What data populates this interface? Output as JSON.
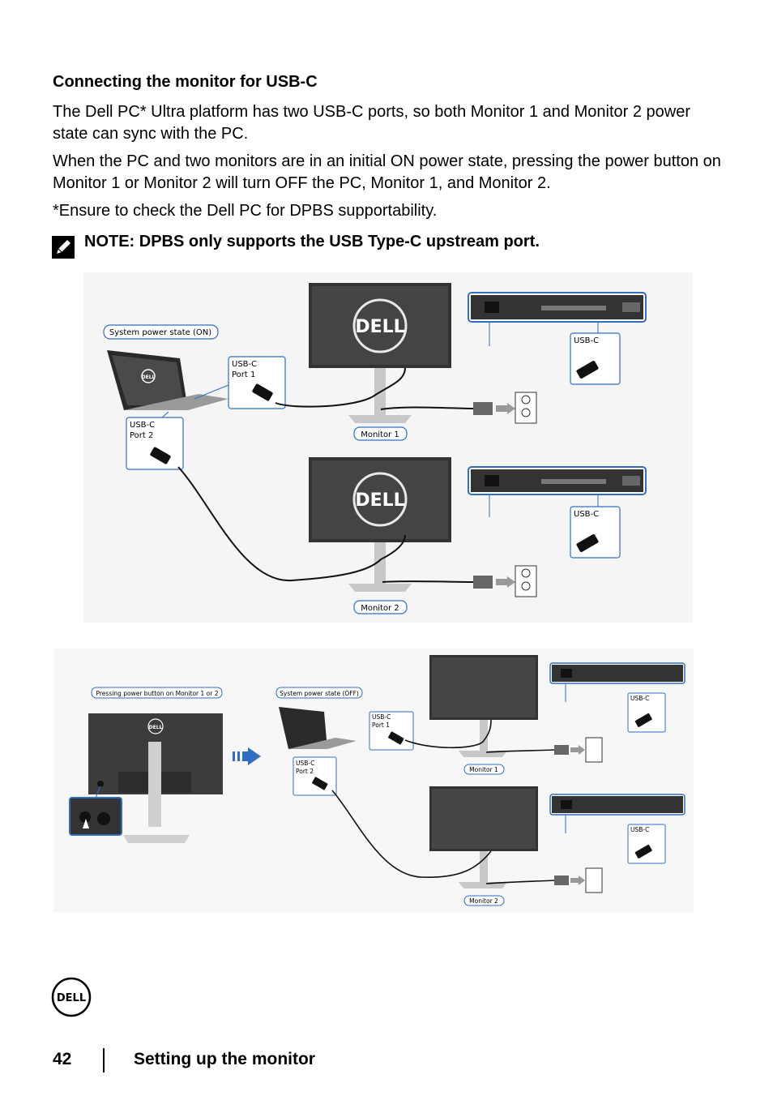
{
  "section": {
    "heading": "Connecting the monitor for USB-C",
    "paragraphs": [
      "The Dell PC* Ultra platform has two USB-C ports, so both Monitor 1 and Monitor 2 power state can sync with the PC.",
      "When the PC and two monitors are in an initial ON power state, pressing the power button on Monitor 1 or Monitor 2 will turn OFF the PC, Monitor 1, and Monitor 2.",
      "*Ensure to check the Dell PC for DPBS supportability."
    ],
    "note": "NOTE: DPBS only supports the USB Type-C upstream port."
  },
  "figure_top": {
    "system_state": "System power state (ON)",
    "laptop_port1": [
      "USB-C",
      "Port 1"
    ],
    "laptop_port2": [
      "USB-C",
      "Port 2"
    ],
    "monitor1": "Monitor 1",
    "monitor2": "Monitor 2",
    "usbc_label": "USB-C",
    "logo": "DELL"
  },
  "figure_bottom": {
    "pressing_label": "Pressing power button on Monitor 1 or 2",
    "system_state": "System power state (OFF)",
    "laptop_port1": [
      "USB-C",
      "Port 1"
    ],
    "laptop_port2": [
      "USB-C",
      "Port 2"
    ],
    "monitor1": "Monitor 1",
    "monitor2": "Monitor 2",
    "usbc_label": "USB-C"
  },
  "footer": {
    "page_number": "42",
    "title": "Setting up the monitor",
    "logo": "DELL"
  },
  "colors": {
    "callout_blue": "#2e6fc4",
    "dark_gray": "#3b3b3b",
    "cable": "#111111"
  }
}
